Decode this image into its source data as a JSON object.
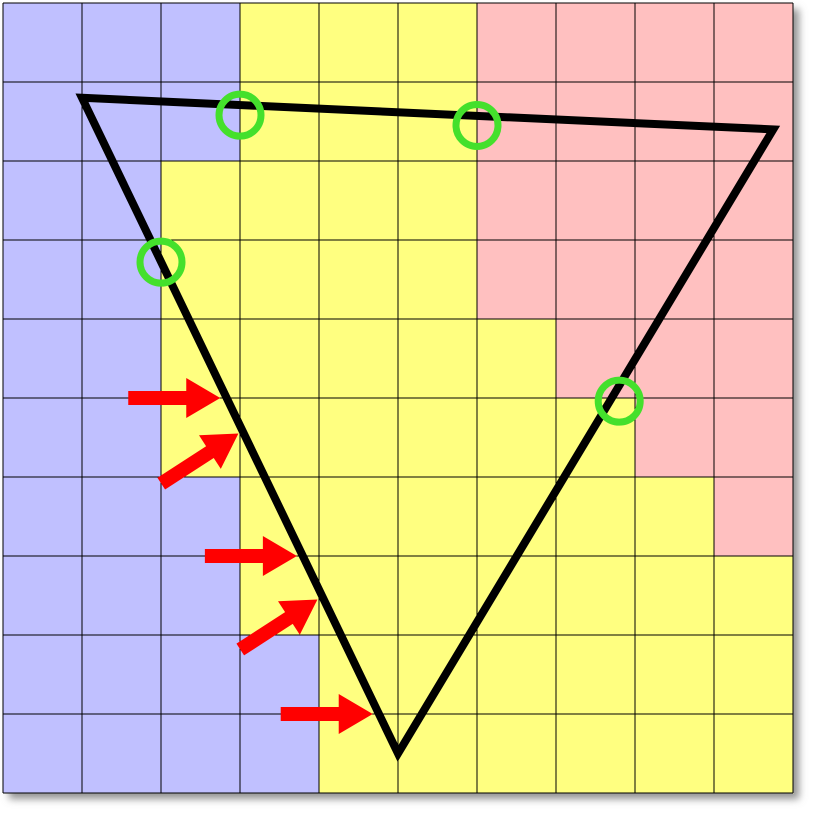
{
  "grid": {
    "cols": 10,
    "rows": 10,
    "cells": [
      [
        "B",
        "B",
        "B",
        "Y",
        "Y",
        "Y",
        "R",
        "R",
        "R",
        "R"
      ],
      [
        "B",
        "B",
        "B",
        "Y",
        "Y",
        "Y",
        "R",
        "R",
        "R",
        "R"
      ],
      [
        "B",
        "B",
        "Y",
        "Y",
        "Y",
        "Y",
        "R",
        "R",
        "R",
        "R"
      ],
      [
        "B",
        "B",
        "Y",
        "Y",
        "Y",
        "Y",
        "R",
        "R",
        "R",
        "R"
      ],
      [
        "B",
        "B",
        "Y",
        "Y",
        "Y",
        "Y",
        "Y",
        "R",
        "R",
        "R"
      ],
      [
        "B",
        "B",
        "Y",
        "Y",
        "Y",
        "Y",
        "Y",
        "Y",
        "R",
        "R"
      ],
      [
        "B",
        "B",
        "B",
        "Y",
        "Y",
        "Y",
        "Y",
        "Y",
        "Y",
        "R"
      ],
      [
        "B",
        "B",
        "B",
        "Y",
        "Y",
        "Y",
        "Y",
        "Y",
        "Y",
        "Y"
      ],
      [
        "B",
        "B",
        "B",
        "B",
        "Y",
        "Y",
        "Y",
        "Y",
        "Y",
        "Y"
      ],
      [
        "B",
        "B",
        "B",
        "B",
        "Y",
        "Y",
        "Y",
        "Y",
        "Y",
        "Y"
      ]
    ]
  },
  "colors": {
    "B": "#c0c0ff",
    "Y": "#ffff80",
    "R": "#ffc0c0",
    "grid_line": "#000000",
    "triangle_stroke": "#000000",
    "circle_stroke": "#44e02c",
    "arrow_fill": "#ff0000",
    "frame_shadow": "#888888"
  },
  "triangle": {
    "vertices": [
      [
        1.0,
        1.2
      ],
      [
        9.75,
        1.6
      ],
      [
        5.0,
        9.5
      ]
    ]
  },
  "circles": [
    [
      3.0,
      1.42
    ],
    [
      6.0,
      1.55
    ],
    [
      2.0,
      3.28
    ],
    [
      7.8,
      5.04
    ]
  ],
  "arrows": [
    {
      "tip": [
        2.75,
        5.0
      ],
      "direction": "right"
    },
    {
      "tip": [
        2.98,
        5.45
      ],
      "direction": "up-right"
    },
    {
      "tip": [
        3.72,
        7.0
      ],
      "direction": "right"
    },
    {
      "tip": [
        3.98,
        7.55
      ],
      "direction": "up-right"
    },
    {
      "tip": [
        4.68,
        9.0
      ],
      "direction": "right"
    }
  ]
}
